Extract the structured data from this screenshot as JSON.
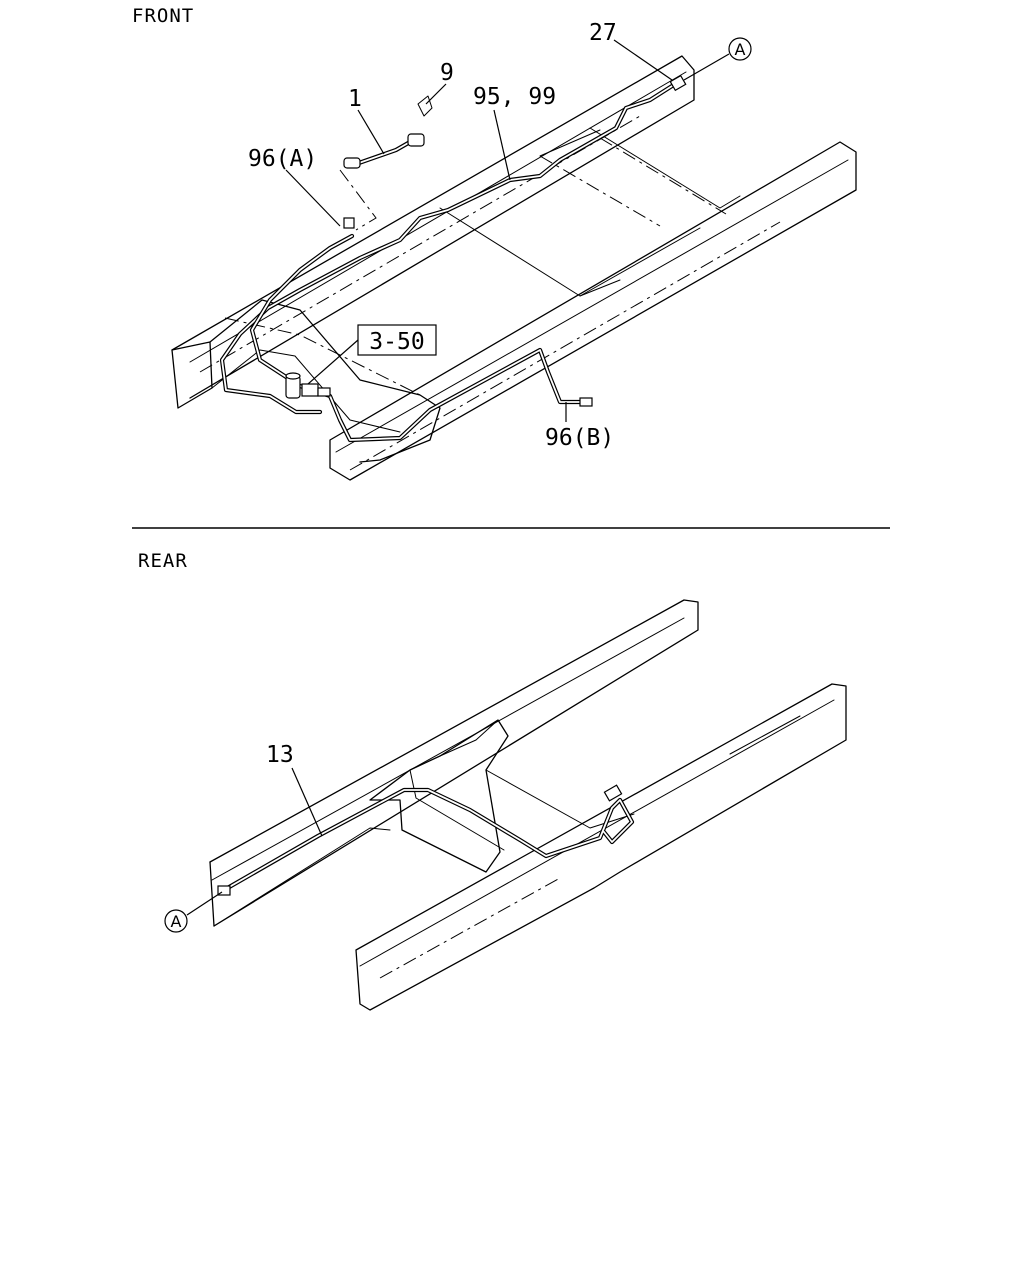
{
  "sections": {
    "front": "FRONT",
    "rear": "REAR"
  },
  "callouts": {
    "c27": "27",
    "c9": "9",
    "c1": "1",
    "c95": "95, 99",
    "c96a": "96(A)",
    "c350": "3-50",
    "c96b": "96(B)",
    "c13": "13"
  },
  "connectors": {
    "front": "A",
    "rear": "A"
  }
}
